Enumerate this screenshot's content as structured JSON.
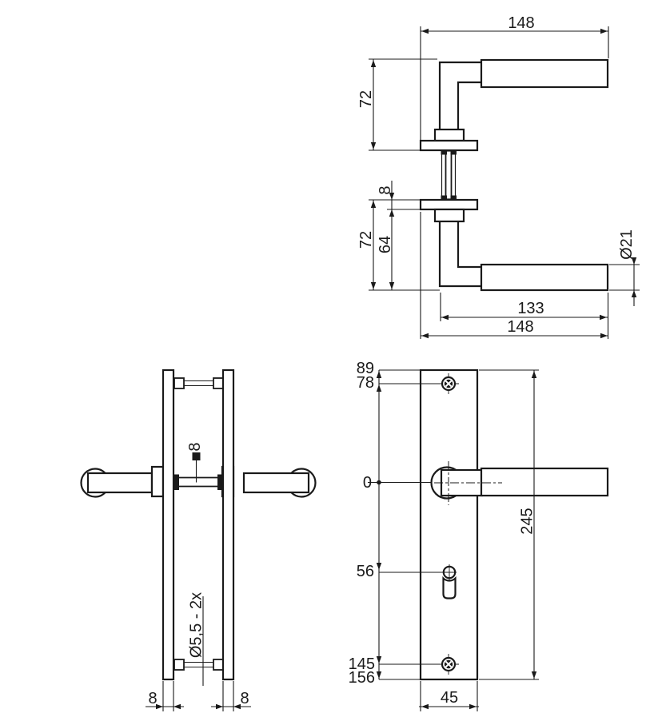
{
  "drawing": {
    "background": "#ffffff",
    "line_color": "#1a1a1a",
    "handle_view": {
      "dim_grip_length_top": "148",
      "dim_height_top": "72",
      "dim_rosette_thickness": "8",
      "dim_height_total": "72",
      "dim_height_inner": "64",
      "dim_grip_diameter": "Ø21",
      "dim_lever_length": "133",
      "dim_grip_length_bottom": "148"
    },
    "edge_view": {
      "dim_spindle_square": "8",
      "label_screw_holes": "Ø5,5 - 2x",
      "dim_plate_thickness_left": "8",
      "dim_plate_thickness_right": "8"
    },
    "front_view": {
      "dim_plate_top": "89",
      "dim_screw_top": "78",
      "dim_axis": "0",
      "dim_keyhole": "56",
      "dim_screw_bottom": "145",
      "dim_plate_bottom": "156",
      "dim_plate_height": "245",
      "dim_plate_width": "45"
    }
  }
}
